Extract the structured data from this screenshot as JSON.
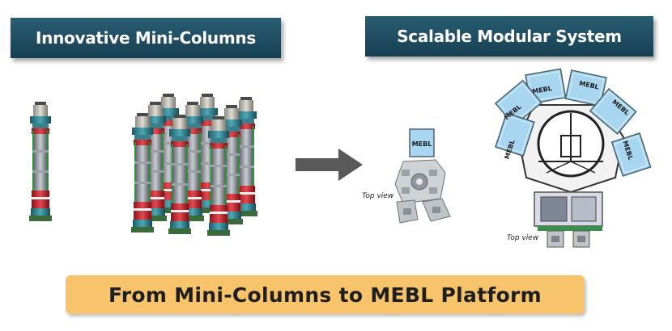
{
  "headings": {
    "left": "Innovative Mini-Columns",
    "right": "Scalable Modular System"
  },
  "module_label": "MEBL",
  "top_view_label": "Top view",
  "footer": {
    "title": "From Mini-Columns to MEBL Platform"
  },
  "colors": {
    "banner": "#1f4d62",
    "footer_bg": "#f8c46b",
    "module_fill": "#9fd0ec",
    "column_red": "#c0202a",
    "column_teal": "#2a7d8c",
    "column_green": "#2f8f3a",
    "arrow": "#555555"
  }
}
